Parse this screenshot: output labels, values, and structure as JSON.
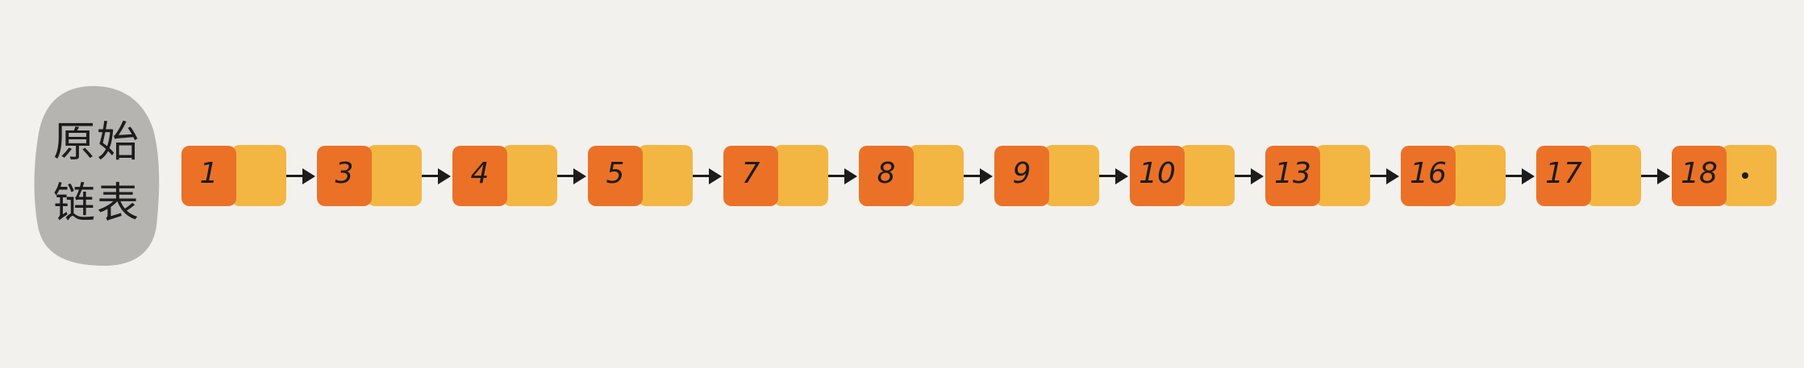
{
  "diagram": {
    "label": {
      "line1": "原始",
      "line2": "链表"
    },
    "nodes": [
      "1",
      "3",
      "4",
      "5",
      "7",
      "8",
      "9",
      "10",
      "13",
      "16",
      "17",
      "18"
    ],
    "colors": {
      "background": "#f3f1ee",
      "label_blob": "#b5b4b1",
      "data_cell": "#eb7127",
      "next_cell": "#f3b642",
      "ink": "#1c1c1c"
    },
    "last_node_next": "null-dot"
  }
}
